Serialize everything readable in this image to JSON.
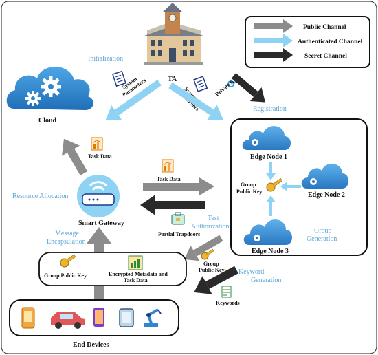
{
  "legend": {
    "public": "Public Channel",
    "authenticated": "Authenticated Channel",
    "secret": "Secret Channel"
  },
  "nodes": {
    "ta": "TA",
    "cloud": "Cloud",
    "gateway": "Smart Gateway",
    "edge1": "Edge Node 1",
    "edge2": "Edge Node 2",
    "edge3": "Edge Node 3",
    "end_devices": "End Devices"
  },
  "phases": {
    "initialization": "Initialization",
    "registration": "Registration",
    "resource_allocation": "Resource Allocation",
    "message_encapsulation_1": "Message",
    "message_encapsulation_2": "Encapsulation",
    "test_authorization_1": "Test",
    "test_authorization_2": "Authorization",
    "group_generation_1": "Group",
    "group_generation_2": "Generation",
    "keyword_generation_1": "Keyword",
    "keyword_generation_2": "Generation"
  },
  "items": {
    "system_parameters_1": "System",
    "system_parameters_2": "Parameters",
    "private_key": "Private Key",
    "task_data": "Task Data",
    "task_data_2": "Task Data",
    "partial_trapdoors": "Partial Trapdoors",
    "group_public_key_edge_1": "Group",
    "group_public_key_edge_2": "Public Key",
    "group_public_key_mid_1": "Group",
    "group_public_key_mid_2": "Public Key",
    "group_public_key_box": "Group Public Key",
    "encrypted_1": "Encrypted Metadata and",
    "encrypted_2": "Task Data",
    "keywords": "Keywords"
  },
  "colors": {
    "public": "#8c8c8c",
    "authenticated": "#8fd3f4",
    "secret": "#2a2a2a",
    "cloud": "#2f86cf",
    "label_blue": "#5aa7d6"
  }
}
